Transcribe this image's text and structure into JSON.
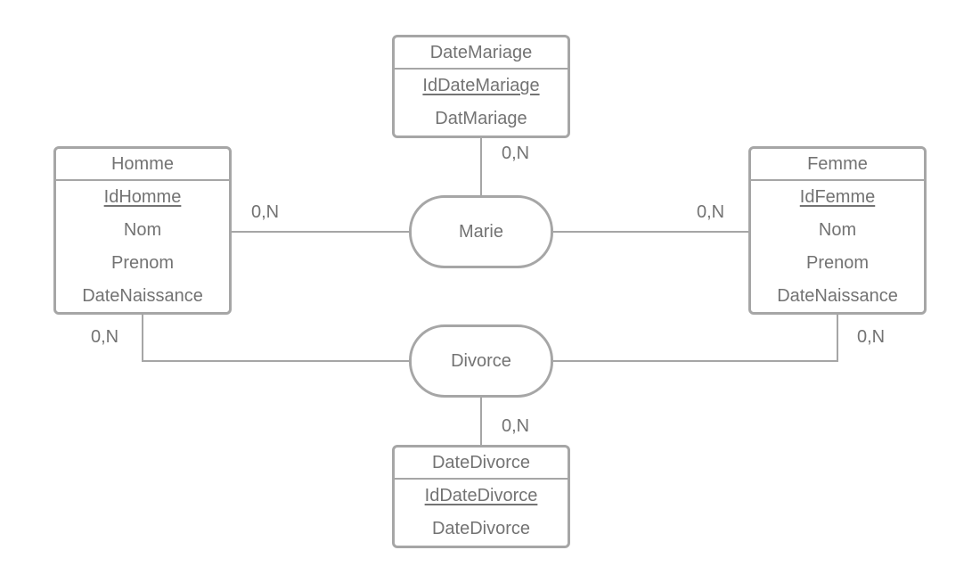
{
  "entities": {
    "date_mariage": {
      "name": "DateMariage",
      "pk": "IdDateMariage",
      "attributes": [
        "DatMariage"
      ]
    },
    "homme": {
      "name": "Homme",
      "pk": "IdHomme",
      "attributes": [
        "Nom",
        "Prenom",
        "DateNaissance"
      ]
    },
    "femme": {
      "name": "Femme",
      "pk": "IdFemme",
      "attributes": [
        "Nom",
        "Prenom",
        "DateNaissance"
      ]
    },
    "date_divorce": {
      "name": "DateDivorce",
      "pk": "IdDateDivorce",
      "attributes": [
        "DateDivorce"
      ]
    }
  },
  "relations": {
    "marie": {
      "name": "Marie"
    },
    "divorce": {
      "name": "Divorce"
    }
  },
  "cardinalities": {
    "marie_date": "0,N",
    "marie_homme": "0,N",
    "marie_femme": "0,N",
    "divorce_homme": "0,N",
    "divorce_femme": "0,N",
    "divorce_date": "0,N"
  },
  "colors": {
    "line": "#a6a6a6",
    "text": "#737373",
    "background": "#ffffff"
  }
}
